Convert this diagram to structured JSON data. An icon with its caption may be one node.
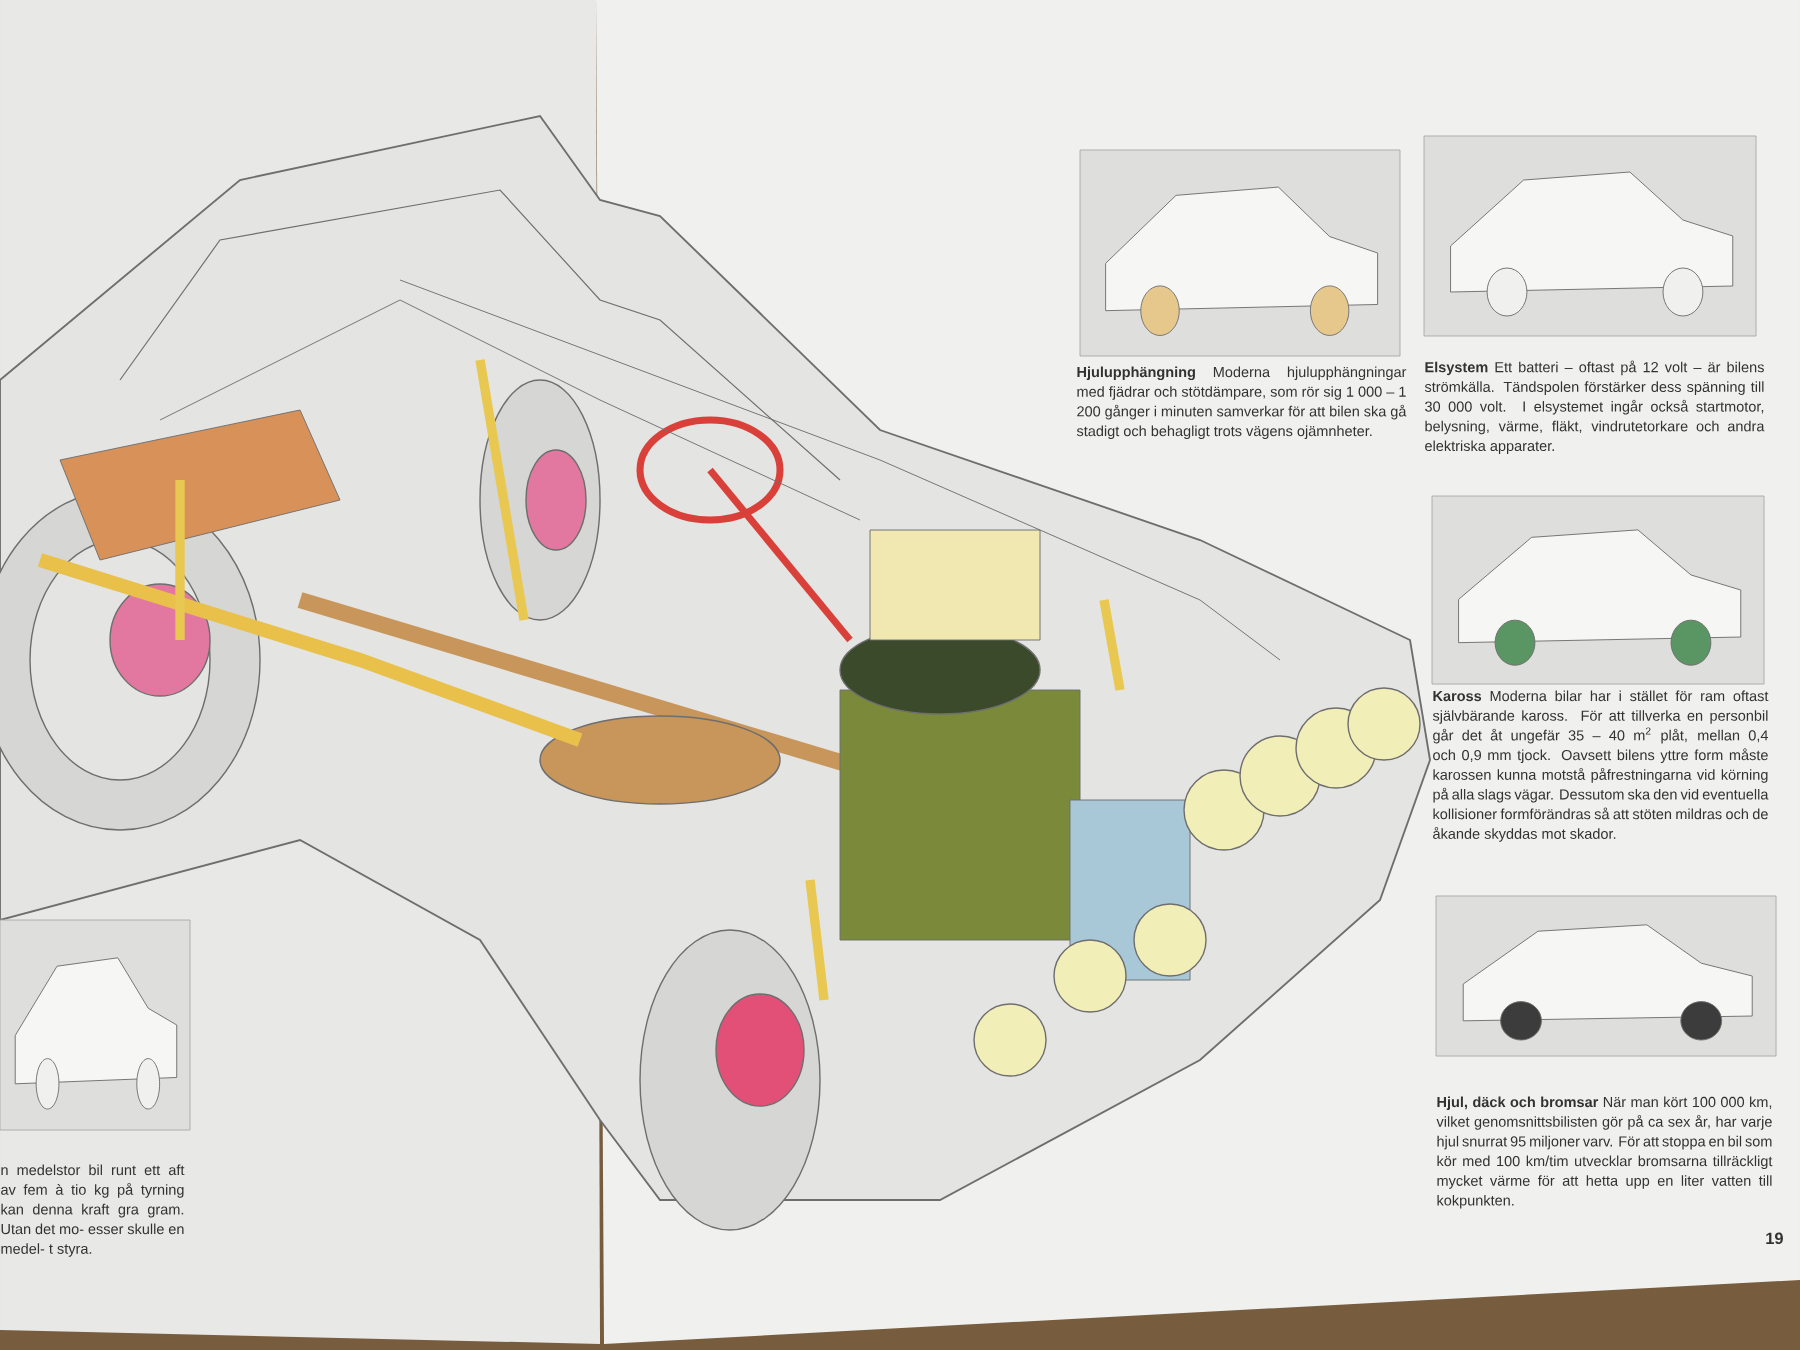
{
  "diagram": {
    "labels": [
      "**Hjulupphängning** Moderna hjulupphängningar med fjädrar och stötdämpare, som rör sig 1 000 – 1 200 gånger i minuten samverkar för att bilen ska gå stadigt och behagligt trots vägens ojämnheter.",
      "**Elsystem** Ett batteri – oftast på 12 volt – är bilens strömkälla. Tändspolen förstärker dess spänning till 30 000 volt. I elsystemet ingår också startmotor, belysning, värme, fläkt, vindrutetorkare och andra elektriska apparater.",
      "**Kaross** Moderna bilar har i stället för ram oftast självbärande kaross. För att tillverka en personbil går det åt ungefär 35 – 40 m$^{2}$ plåt, mellan 0,4 och 0,9 mm tjock. Oavsett bilens yttre form måste karossen kunna motstå påfrestningarna vid körning på alla slags vägar. Dessutom ska den vid eventuella kollisioner formförändras så att stöten mildras och de åkande skyddas mot skador.",
      "**Hjul, däck och bromsar** När man kört 100 000 km, vilket genomsnittsbilisten gör på ca sex år, har varje hjul snurrat 95 miljoner varv. För att stoppa en bil som kör med 100 km/tim utvecklar bromsarna tillräckligt mycket värme för att hetta upp en liter vatten till kokpunkten.",
      "n medelstor bil runt ett aft av fem à tio kg på tyrning kan denna kraft gra gram. Utan det mo- esser skulle en medel- t styra.",
      "19"
    ]
  }
}
